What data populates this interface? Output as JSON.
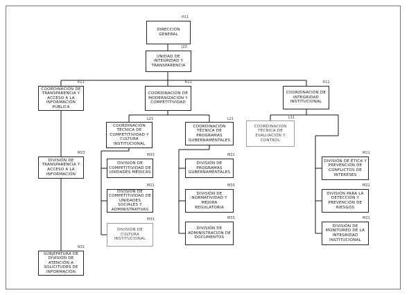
{
  "nodes": {
    "dg": {
      "label": "DIRECCIÓN GENERAL",
      "code": "H11"
    },
    "uit": {
      "label": "UNIDAD DE INTEGRIDAD Y TRANSPARENCIA",
      "code": "J23"
    },
    "ctai": {
      "label": "COORDINACIÓN DE TRANSPARENCIA Y ACCESO A LA INFORMACIÓN PÚBLICA",
      "code": "K11"
    },
    "cmc": {
      "label": "COORDINACIÓN DE MODERNIZACIÓN Y COMPETITIVIDAD",
      "code": "K11"
    },
    "cii": {
      "label": "COORDINACIÓN DE INTEGRIDAD INSTITUCIONAL",
      "code": "K11"
    },
    "ctcc": {
      "label": "COORDINACIÓN TÉCNICA DE COMPETITIVIDAD Y CULTURA INSTITUCIONAL",
      "code": "L21"
    },
    "ctpg": {
      "label": "COORDINACIÓN TÉCNICA DE PROGRAMAS GUBERNAMENTALES",
      "code": "L21"
    },
    "ctec": {
      "label": "COORDINACIÓN TÉCNICA DE EVALUACIÓN Y CONTROL",
      "code": "L11"
    },
    "dtai": {
      "label": "DIVISIÓN DE TRANSPARENCIA Y ACCESO A LA INFORMACIÓN",
      "code": "M23"
    },
    "dcum": {
      "label": "DIVISIÓN DE COMPETITIVIDAD DE UNIDADES MÉDICAS",
      "code": "M33"
    },
    "dcua": {
      "label": "DIVISIÓN DE COMPETITIVIDAD DE UNIDADES SOCIALES Y ADMINISTRATIVAS",
      "code": "M21"
    },
    "dci": {
      "label": "DIVISIÓN DE CULTURA INSTITUCIONAL",
      "code": "M33"
    },
    "dpg": {
      "label": "DIVISIÓN DE PROGRAMAS GUBERNAMENTALES",
      "code": "M21"
    },
    "dnmr": {
      "label": "DIVISIÓN DE NORMATIVIDAD Y MEJORA REGULATORIA",
      "code": "M33"
    },
    "dad": {
      "label": "DIVISIÓN DE ADMINISTRACIÓN DE DOCUMENTOS",
      "code": "M33"
    },
    "depc": {
      "label": "DIVISIÓN DE ÉTICA Y PREVENCIÓN DE CONFLICTOS DE INTERESES",
      "code": "M11"
    },
    "dpdr": {
      "label": "DIVISIÓN PARA LA DETECCIÓN Y PREVENCIÓN DE RIESGOS",
      "code": "M21"
    },
    "dmii": {
      "label": "DIVISIÓN DE MONITOREO DE LA INTEGRIDAD INSTITUCIONAL",
      "code": "M21"
    },
    "sdas": {
      "label": "SUBJEFATURA DE DIVISIÓN DE ATENCIÓN A SOLICITUDES DE INFORMACIÓN",
      "code": "N31"
    }
  }
}
